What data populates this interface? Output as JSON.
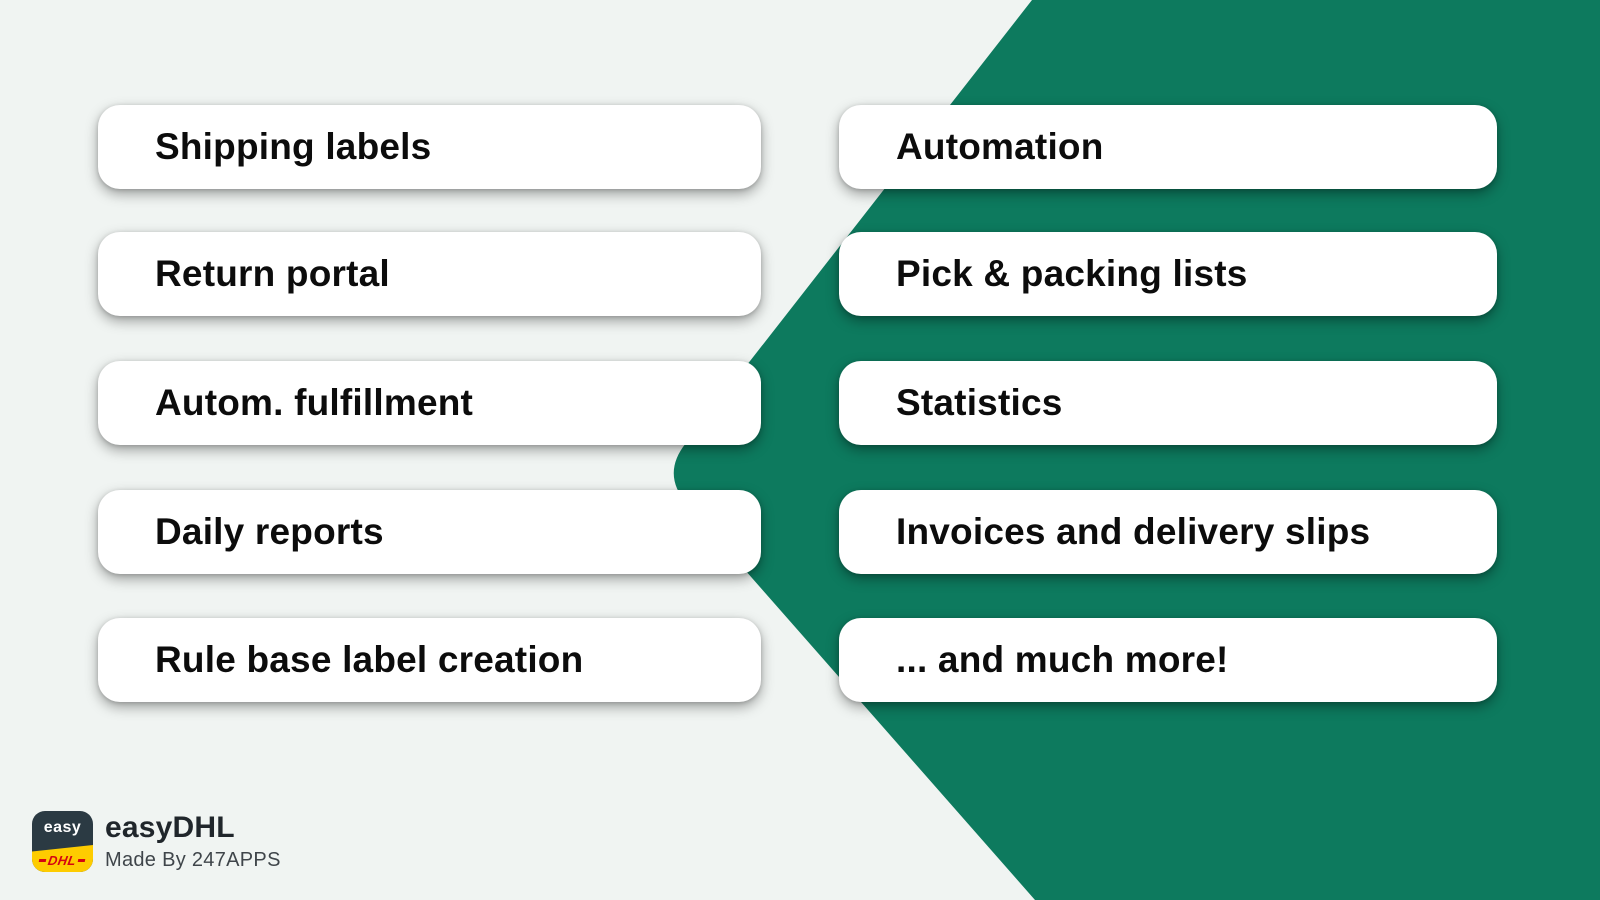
{
  "background": {
    "left_color": "#f0f4f2",
    "green_color": "#0d7a5e"
  },
  "features": {
    "left": [
      "Shipping labels",
      "Return portal",
      "Autom. fulfillment",
      "Daily reports",
      "Rule base label creation"
    ],
    "right": [
      "Automation",
      "Pick & packing lists",
      "Statistics",
      "Invoices and delivery slips",
      "... and much more!"
    ]
  },
  "footer": {
    "icon": {
      "top_label": "easy",
      "bottom_label": "DHL"
    },
    "title": "easyDHL",
    "subtitle": "Made By 247APPS"
  },
  "colors": {
    "card_bg": "#ffffff",
    "card_text": "#0c0c0c",
    "icon_dark": "#2b3a43",
    "icon_yellow": "#fecc00",
    "dhl_red": "#d40511",
    "title_text": "#20262b",
    "subtitle_text": "#3f454a"
  }
}
